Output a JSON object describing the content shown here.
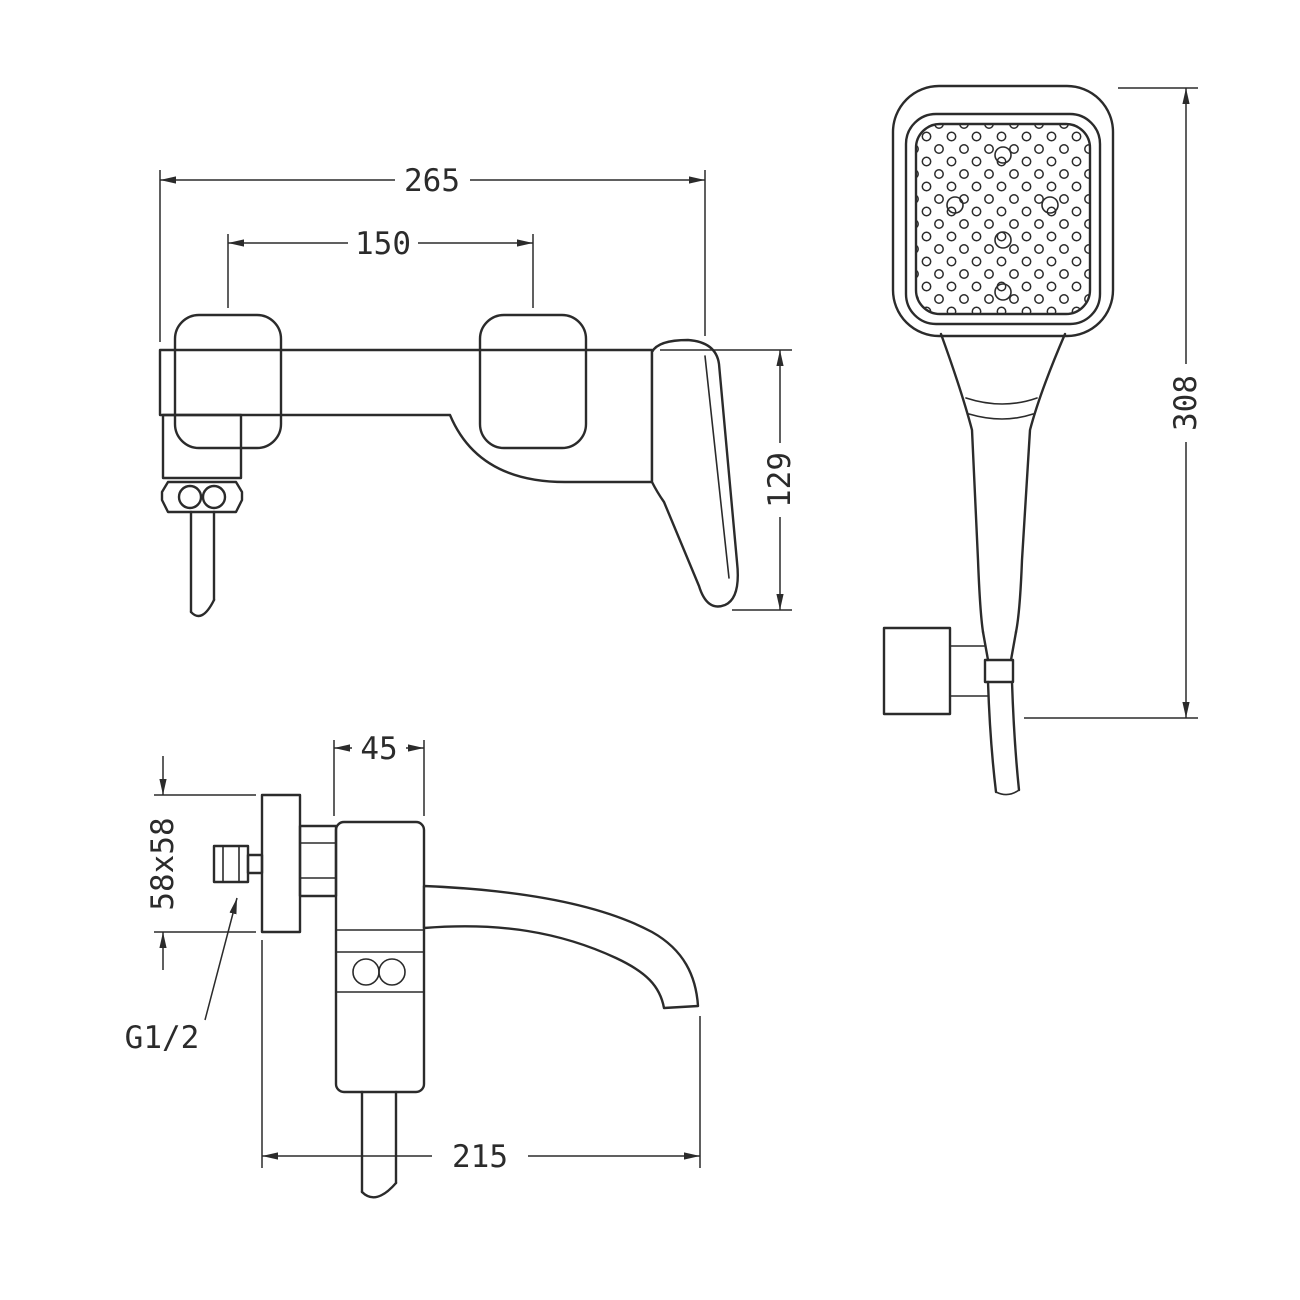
{
  "drawing_type": "technical-dimension-drawing",
  "colors": {
    "line": "#2b2b2b",
    "background": "#ffffff"
  },
  "front": {
    "dims": {
      "overall_width": "265",
      "mount_centers": "150",
      "height": "129"
    }
  },
  "shower": {
    "dims": {
      "height": "308"
    }
  },
  "side": {
    "dims": {
      "body_width": "45",
      "plate": "58x58",
      "reach": "215"
    },
    "labels": {
      "thread": "G1/2"
    }
  }
}
